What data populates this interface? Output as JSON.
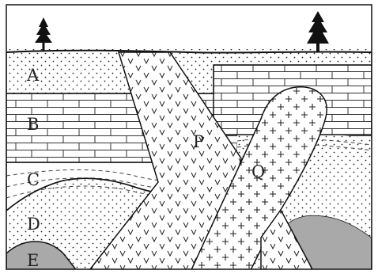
{
  "diagram": {
    "labels": {
      "A": "A",
      "B": "B",
      "C": "C",
      "D": "D",
      "E": "E",
      "P": "P",
      "Q": "Q"
    },
    "icons": [
      "tree-icon"
    ]
  },
  "colors": {
    "line": "#111111",
    "rock_e": "#a9a9a9",
    "paper": "#ffffff"
  }
}
